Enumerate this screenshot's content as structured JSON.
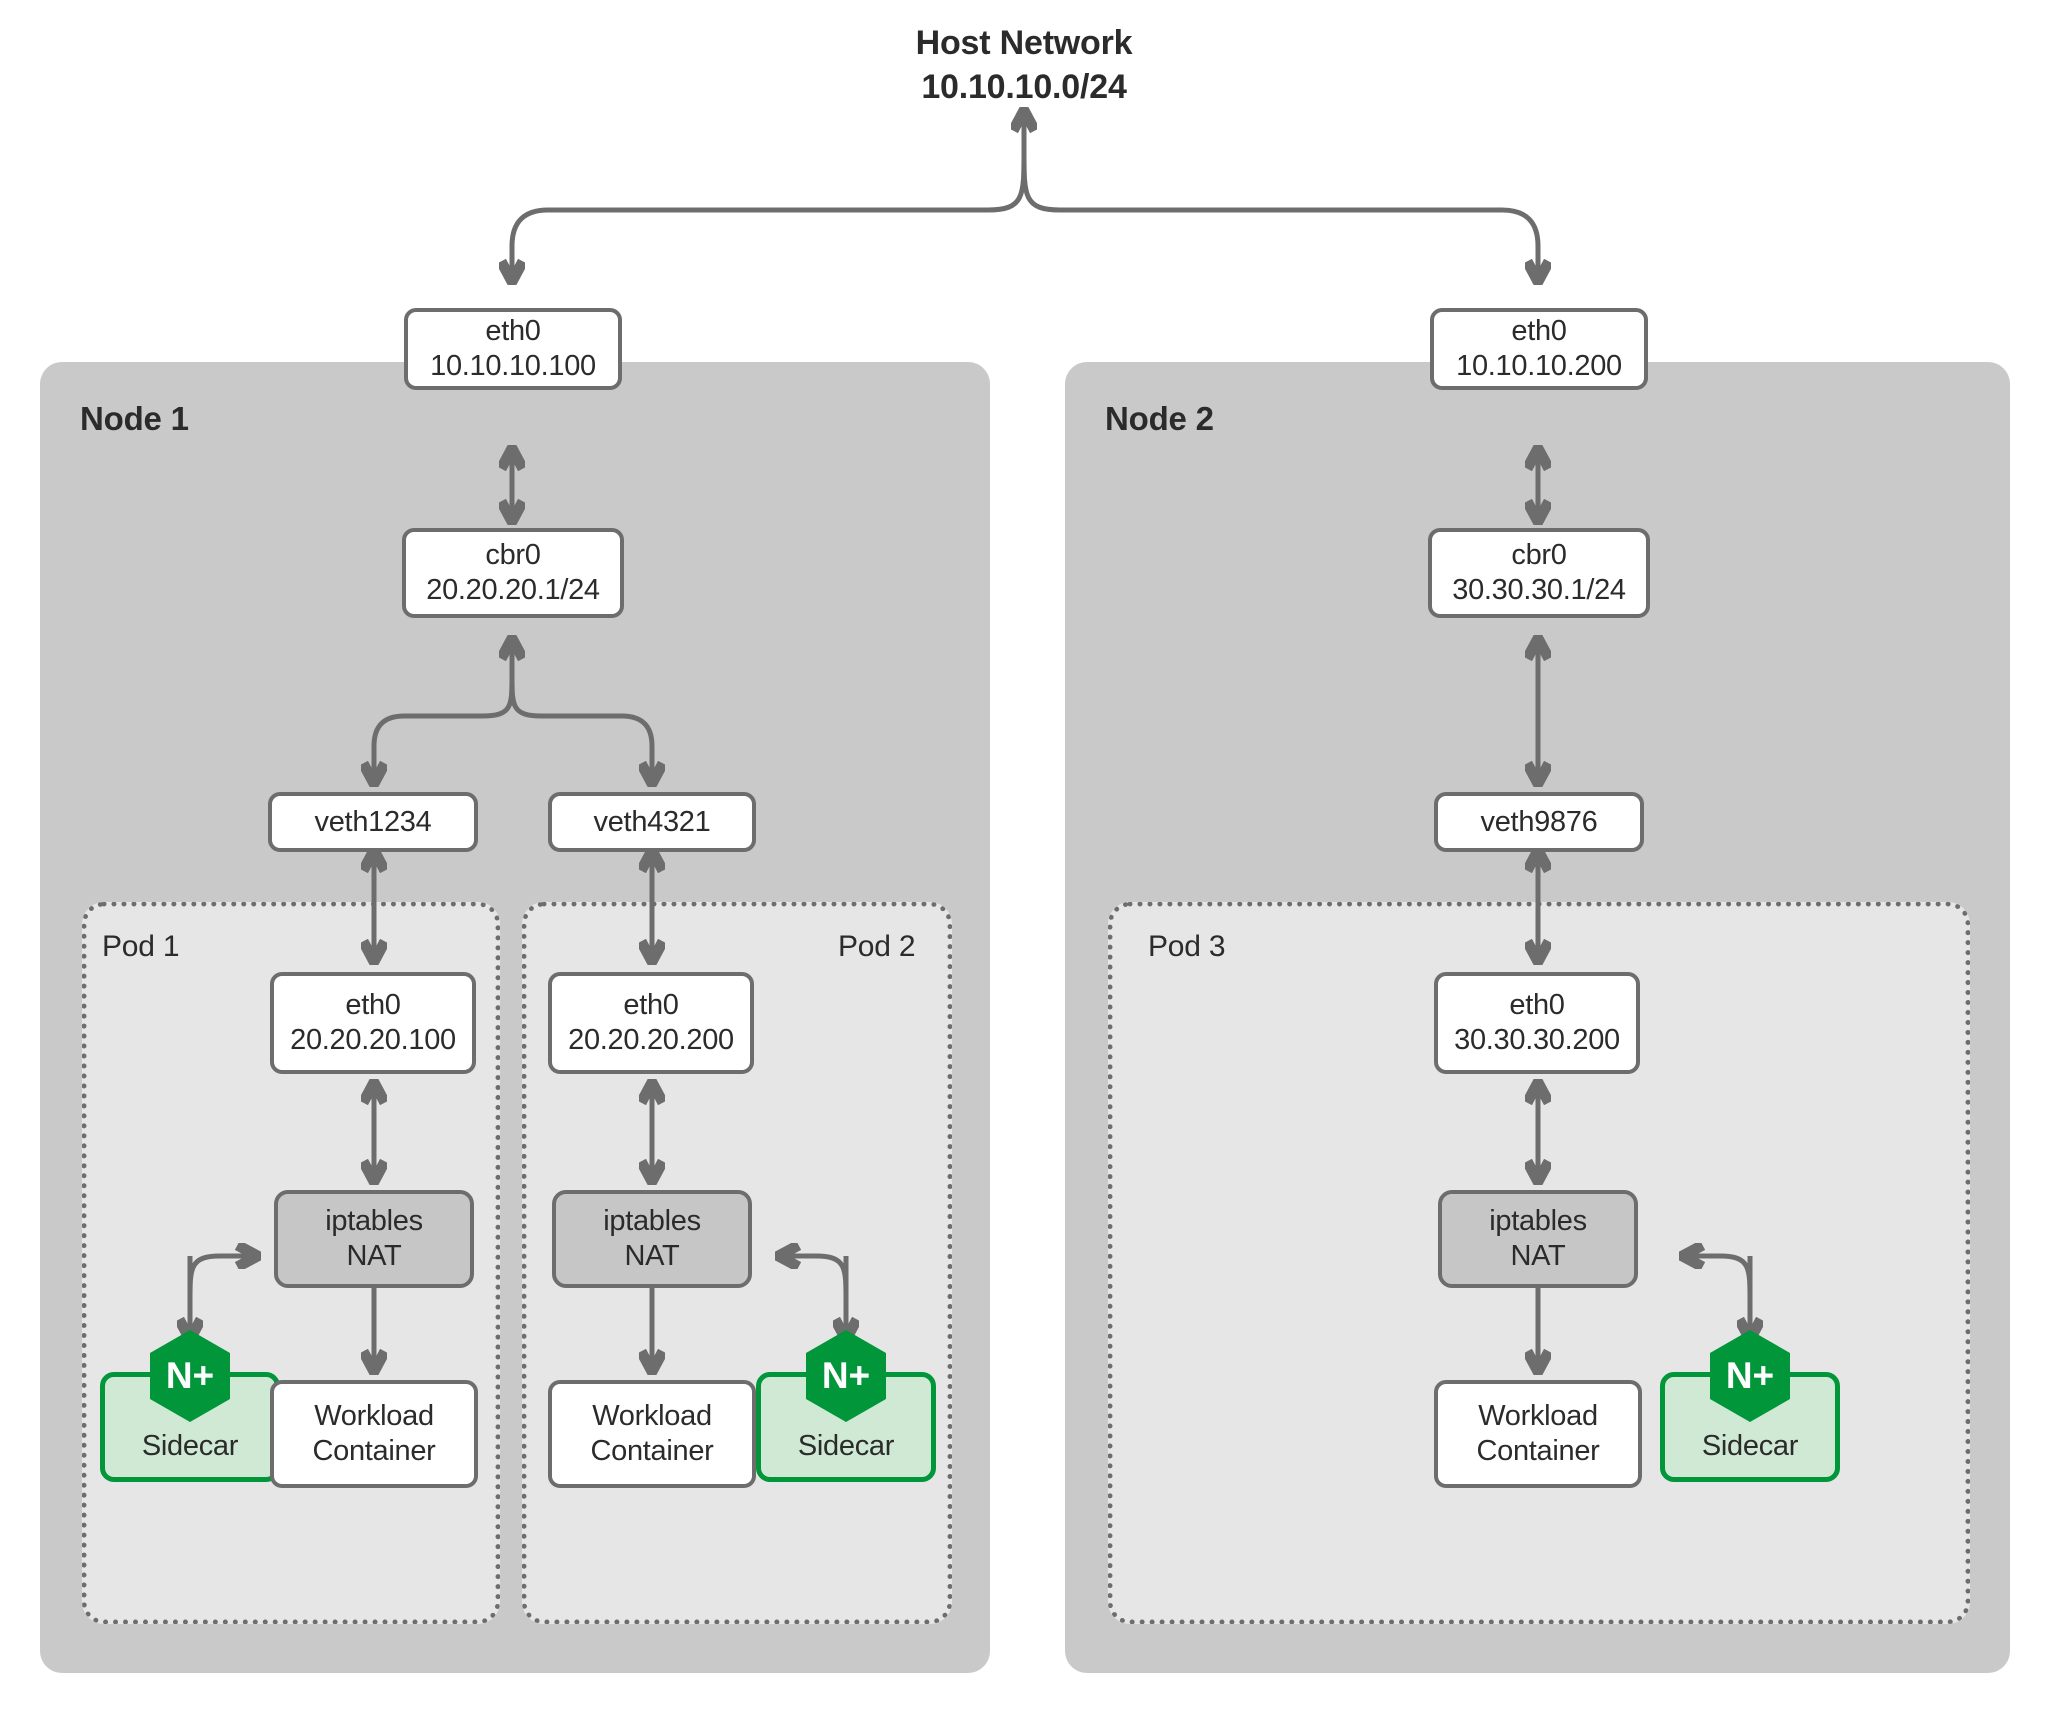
{
  "diagram": {
    "title_line1": "Host Network",
    "title_line2": "10.10.10.0/24",
    "accent_green": "#009639",
    "sidecar_fill": "#cfe9d4",
    "node_fill": "#c9c9c9",
    "pod_fill": "#e6e6e6",
    "nat_fill": "#c6c6c6",
    "stroke": "#6d6d6d"
  },
  "nodes": [
    {
      "label": "Node 1",
      "eth0": {
        "line1": "eth0",
        "line2": "10.10.10.100"
      },
      "bridge": {
        "line1": "cbr0",
        "line2": "20.20.20.1/24"
      },
      "veths": [
        {
          "label": "veth1234"
        },
        {
          "label": "veth4321"
        }
      ],
      "pods": [
        {
          "label": "Pod 1",
          "label_side": "left",
          "sidecar_side": "left",
          "eth0": {
            "line1": "eth0",
            "line2": "20.20.20.100"
          },
          "nat": {
            "line1": "iptables",
            "line2": "NAT"
          },
          "sidecar": {
            "label": "Sidecar",
            "badge": "N+"
          },
          "workload": {
            "line1": "Workload",
            "line2": "Container"
          }
        },
        {
          "label": "Pod 2",
          "label_side": "right",
          "sidecar_side": "right",
          "eth0": {
            "line1": "eth0",
            "line2": "20.20.20.200"
          },
          "nat": {
            "line1": "iptables",
            "line2": "NAT"
          },
          "sidecar": {
            "label": "Sidecar",
            "badge": "N+"
          },
          "workload": {
            "line1": "Workload",
            "line2": "Container"
          }
        }
      ]
    },
    {
      "label": "Node 2",
      "eth0": {
        "line1": "eth0",
        "line2": "10.10.10.200"
      },
      "bridge": {
        "line1": "cbr0",
        "line2": "30.30.30.1/24"
      },
      "veths": [
        {
          "label": "veth9876"
        }
      ],
      "pods": [
        {
          "label": "Pod 3",
          "label_side": "left",
          "sidecar_side": "right",
          "eth0": {
            "line1": "eth0",
            "line2": "30.30.30.200"
          },
          "nat": {
            "line1": "iptables",
            "line2": "NAT"
          },
          "sidecar": {
            "label": "Sidecar",
            "badge": "N+"
          },
          "workload": {
            "line1": "Workload",
            "line2": "Container"
          }
        }
      ]
    }
  ]
}
